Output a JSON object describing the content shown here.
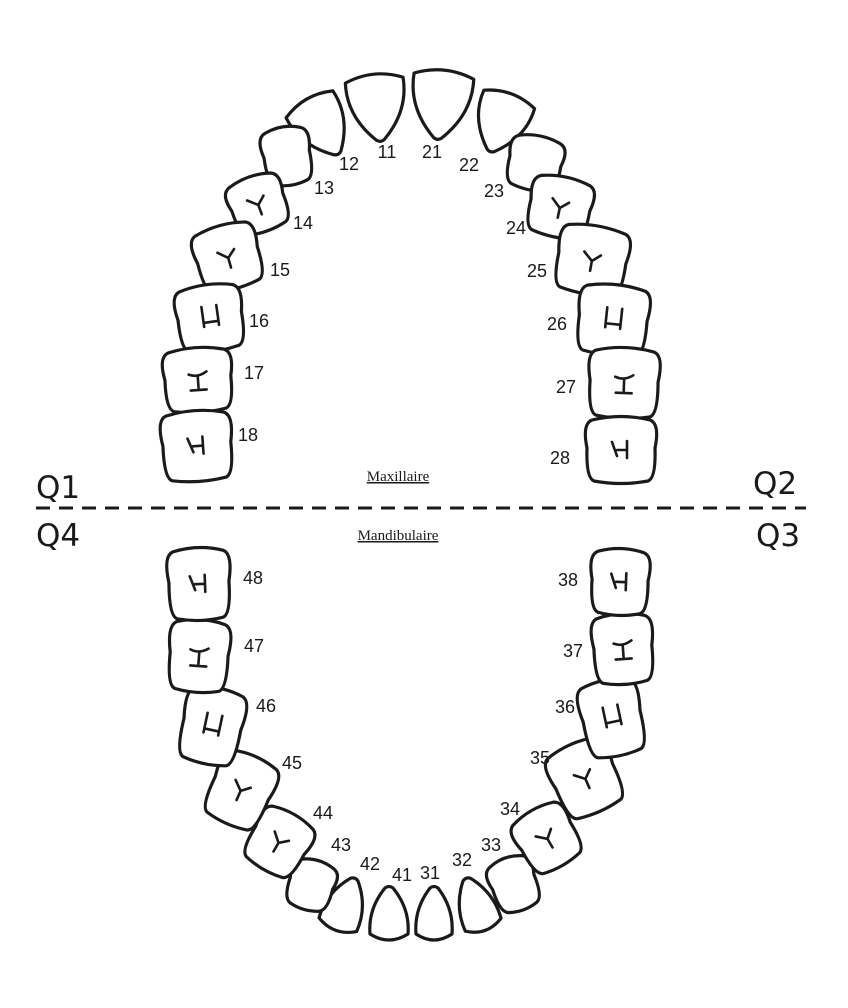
{
  "jaw_labels": {
    "upper": "Maxillaire",
    "lower": "Mandibulaire"
  },
  "quadrants": {
    "q1": "Q1",
    "q2": "Q2",
    "q3": "Q3",
    "q4": "Q4"
  },
  "upper_right": [
    {
      "num": "11",
      "kind": "incisor"
    },
    {
      "num": "12",
      "kind": "incisor"
    },
    {
      "num": "13",
      "kind": "canine"
    },
    {
      "num": "14",
      "kind": "premolar"
    },
    {
      "num": "15",
      "kind": "premolar"
    },
    {
      "num": "16",
      "kind": "molar"
    },
    {
      "num": "17",
      "kind": "molar"
    },
    {
      "num": "18",
      "kind": "molar"
    }
  ],
  "upper_left": [
    {
      "num": "21",
      "kind": "incisor"
    },
    {
      "num": "22",
      "kind": "incisor"
    },
    {
      "num": "23",
      "kind": "canine"
    },
    {
      "num": "24",
      "kind": "premolar"
    },
    {
      "num": "25",
      "kind": "premolar"
    },
    {
      "num": "26",
      "kind": "molar"
    },
    {
      "num": "27",
      "kind": "molar"
    },
    {
      "num": "28",
      "kind": "molar"
    }
  ],
  "lower_left": [
    {
      "num": "31",
      "kind": "incisor"
    },
    {
      "num": "32",
      "kind": "incisor"
    },
    {
      "num": "33",
      "kind": "canine"
    },
    {
      "num": "34",
      "kind": "premolar"
    },
    {
      "num": "35",
      "kind": "premolar"
    },
    {
      "num": "36",
      "kind": "molar"
    },
    {
      "num": "37",
      "kind": "molar"
    },
    {
      "num": "38",
      "kind": "molar"
    }
  ],
  "lower_right": [
    {
      "num": "41",
      "kind": "incisor"
    },
    {
      "num": "42",
      "kind": "incisor"
    },
    {
      "num": "43",
      "kind": "canine"
    },
    {
      "num": "44",
      "kind": "premolar"
    },
    {
      "num": "45",
      "kind": "premolar"
    },
    {
      "num": "46",
      "kind": "molar"
    },
    {
      "num": "47",
      "kind": "molar"
    },
    {
      "num": "48",
      "kind": "molar"
    }
  ]
}
